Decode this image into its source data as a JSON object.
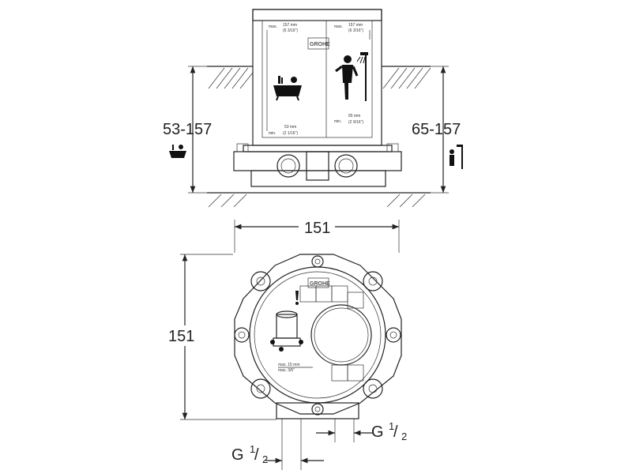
{
  "side_view": {
    "dim_bath": "53-157",
    "dim_shower": "65-157",
    "box_labels": {
      "max_left_label": "max.",
      "max_left_value": "157 mm",
      "max_left_inch": "(6 3/16\")",
      "max_right_label": "max.",
      "max_right_value": "157 mm",
      "max_right_inch": "(6 3/16\")",
      "min_left_label": "min.",
      "min_left_value": "53 mm",
      "min_left_inch": "(2 1/16\")",
      "min_right_label": "min.",
      "min_right_value": "65 mm",
      "min_right_inch": "(2 9/16\")",
      "brand": "GROHE"
    }
  },
  "top_view": {
    "dim_width": "151",
    "dim_height": "151",
    "brand": "GROHE",
    "max_label_1": "max. 15 mm",
    "max_label_2": "max. 3/5\"",
    "thread_left": "G",
    "thread_right": "G",
    "thread_fraction_num": "1",
    "thread_fraction_den": "2"
  }
}
